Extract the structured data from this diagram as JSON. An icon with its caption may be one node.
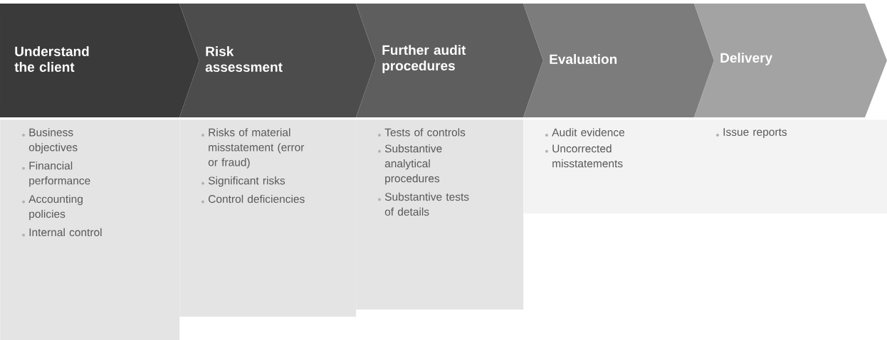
{
  "diagram": {
    "nodes": [
      {
        "text": [
          "Understand the client"
        ]
      },
      {
        "text": [
          "Risk assessment"
        ]
      },
      {
        "text": [
          "Further audit procedures"
        ]
      },
      {
        "text": [
          "Evaluation"
        ]
      },
      {
        "text": [
          "Delivery"
        ]
      },
      {
        "text": [
          "Business objectives",
          "Financial performance",
          "Accounting policies",
          "Internal control"
        ]
      },
      {
        "text": [
          "Risks of material misstatement (error or fraud)",
          "Significant risks",
          "Control deficiencies"
        ]
      },
      {
        "text": [
          "Tests of controls",
          "Substantive analytical procedures",
          "Substantive tests of details"
        ]
      },
      {
        "text": [
          "Audit evidence",
          "Uncorrected misstatements"
        ]
      },
      {
        "text": [
          "Issue reports"
        ]
      }
    ]
  }
}
